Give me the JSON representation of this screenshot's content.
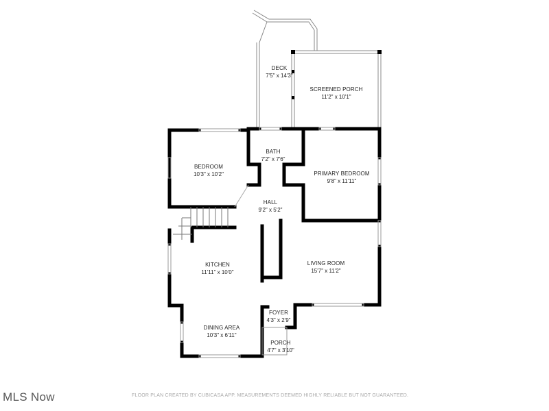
{
  "rooms": {
    "deck": {
      "name": "DECK",
      "dims": "7'5\" x 14'3\""
    },
    "screened_porch": {
      "name": "SCREENED PORCH",
      "dims": "11'2\" x 10'1\""
    },
    "bedroom": {
      "name": "BEDROOM",
      "dims": "10'3\" x 10'2\""
    },
    "bath": {
      "name": "BATH",
      "dims": "7'2\" x 7'6\""
    },
    "primary_bedroom": {
      "name": "PRIMARY BEDROOM",
      "dims": "9'8\" x 11'11\""
    },
    "hall": {
      "name": "HALL",
      "dims": "9'2\" x 5'2\""
    },
    "kitchen": {
      "name": "KITCHEN",
      "dims": "11'11\" x 10'0\""
    },
    "living_room": {
      "name": "LIVING ROOM",
      "dims": "15'7\" x 11'2\""
    },
    "foyer": {
      "name": "FOYER",
      "dims": "4'3\" x 2'9\""
    },
    "dining_area": {
      "name": "DINING AREA",
      "dims": "10'3\" x 6'11\""
    },
    "porch": {
      "name": "PORCH",
      "dims": "4'7\" x 3'10\""
    }
  },
  "footer": {
    "brand": "MLS Now",
    "disclaimer": "FLOOR PLAN CREATED BY CUBICASA APP. MEASUREMENTS DEEMED HIGHLY RELIABLE BUT NOT GUARANTEED."
  },
  "colors": {
    "wall": "#000000",
    "thin_wall": "#9a9a9a",
    "label": "#222222",
    "disclaimer": "#a9a9a9"
  }
}
